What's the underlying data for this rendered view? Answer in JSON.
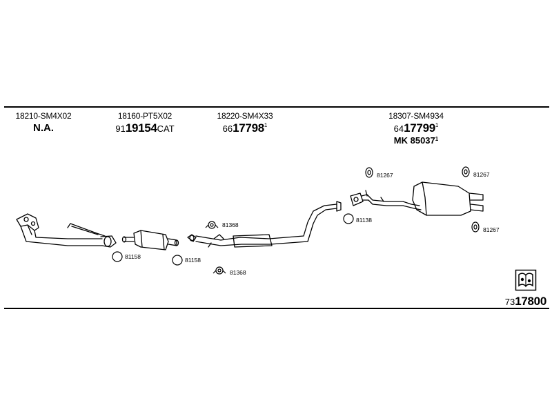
{
  "columns": [
    {
      "part_number": "18210-SM4X02",
      "designation": "N.A."
    },
    {
      "part_number": "18160-PT5X02",
      "article_prefix": "91",
      "article_main": "19154",
      "article_suffix": "CAT"
    },
    {
      "part_number": "18220-SM4X33",
      "article_prefix": "66",
      "article_main": "17798",
      "article_sup": "1"
    },
    {
      "part_number": "18307-SM4934",
      "article_prefix": "64",
      "article_main": "17799",
      "article_sup": "1",
      "mk_label": "MK",
      "mk_number": "85037",
      "mk_sup": "1"
    }
  ],
  "clips": {
    "c81158a": "81158",
    "c81158b": "81158",
    "c81368a": "81368",
    "c81368b": "81368",
    "c81138": "81138",
    "c81267a": "81267",
    "c81267b": "81267",
    "c81267c": "81267"
  },
  "drawing_code": {
    "prefix": "73",
    "main": "17800"
  },
  "logo_icon": "parts-book-icon"
}
